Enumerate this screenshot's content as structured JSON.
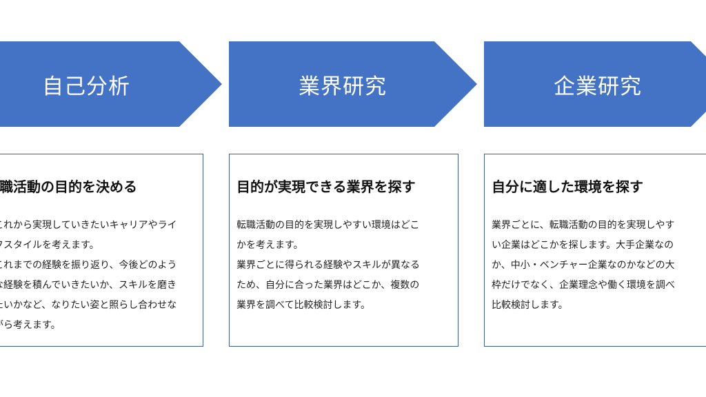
{
  "colors": {
    "arrow_fill": "#4472c4",
    "arrow_text": "#ffffff",
    "card_border": "#3c5f8f",
    "text": "#111111"
  },
  "steps": [
    {
      "arrow_label": "自己分析",
      "card_title": "転職活動の目的を決める",
      "card_lines": [
        "これから実現していきたいキャリアやライ",
        "フスタイルを考えます。",
        "これまでの経験を振り返り、今後どのよう",
        "な経験を積んでいきたいか、スキルを磨き",
        "たいかなど、なりたい姿と照らし合わせな",
        "がら考えます。"
      ]
    },
    {
      "arrow_label": "業界研究",
      "card_title": "目的が実現できる業界を探す",
      "card_lines": [
        "転職活動の目的を実現しやすい環境はどこ",
        "かを考えます。",
        "業界ごとに得られる経験やスキルが異なる",
        "ため、自分に合った業界はどこか、複数の",
        "業界を調べて比較検討します。"
      ]
    },
    {
      "arrow_label": "企業研究",
      "card_title": "自分に適した環境を探す",
      "card_lines": [
        "業界ごとに、転職活動の目的を実現しやす",
        "い企業はどこかを探します。大手企業なの",
        "か、中小・ベンチャー企業なのかなどの大",
        "枠だけでなく、企業理念や働く環境を調べ",
        "比較検討します。"
      ]
    }
  ]
}
